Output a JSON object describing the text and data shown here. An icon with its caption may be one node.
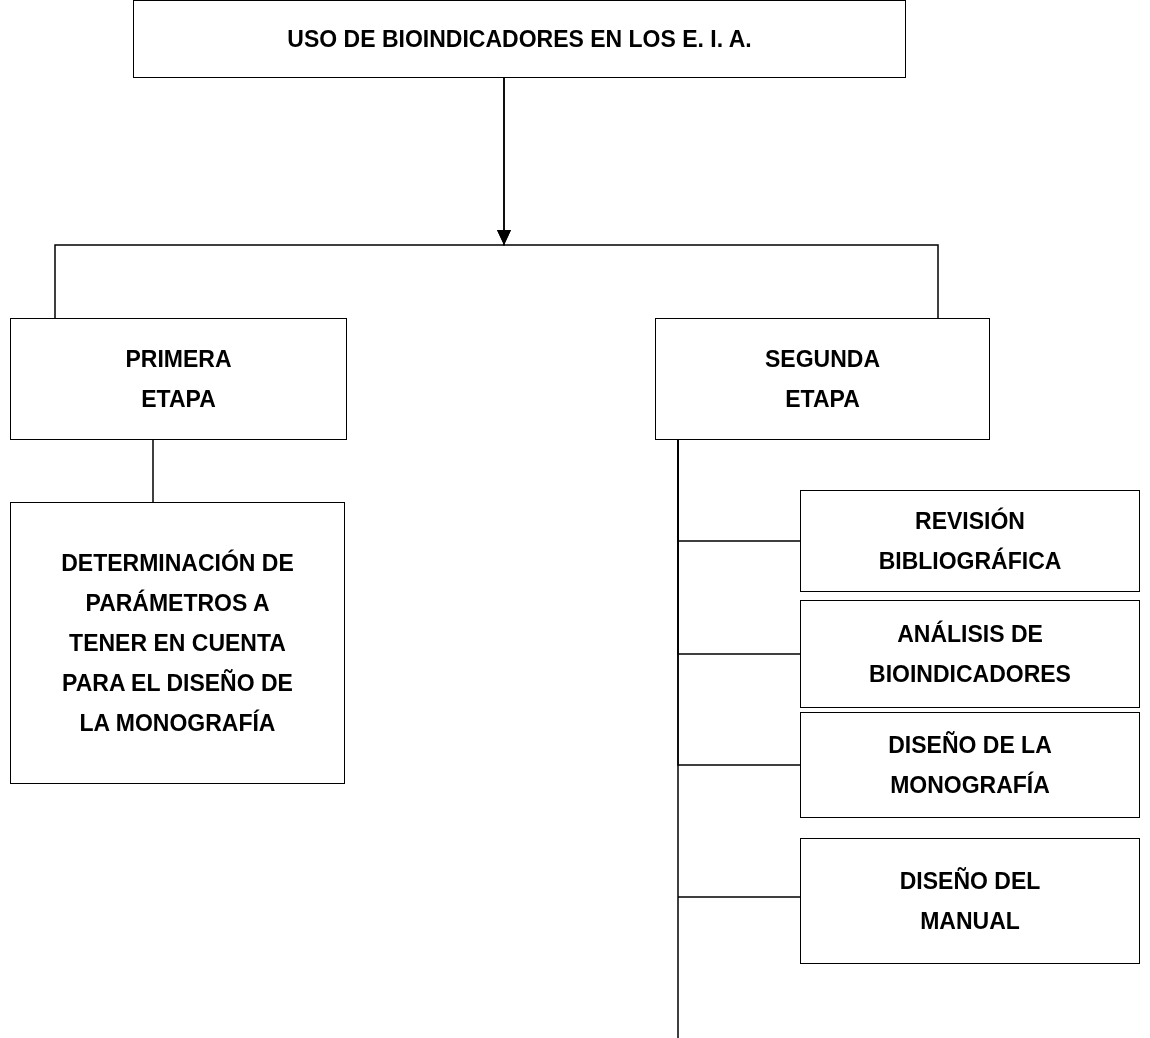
{
  "diagram": {
    "nodes": [
      {
        "text": [
          "USO DE BIOINDICADORES EN LOS E. I. A."
        ]
      },
      {
        "text": [
          "PRIMERA ETAPA"
        ]
      },
      {
        "text": [
          "SEGUNDA ETAPA"
        ]
      },
      {
        "text": [
          "DETERMINACIÓN DE PARÁMETROS A TENER EN CUENTA PARA EL DISEÑO DE LA MONOGRAFÍA"
        ]
      },
      {
        "text": [
          "REVISIÓN BIBLIOGRÁFICA"
        ]
      },
      {
        "text": [
          "ANÁLISIS DE BIOINDICADORES"
        ]
      },
      {
        "text": [
          "DISEÑO DE LA MONOGRAFÍA"
        ]
      },
      {
        "text": [
          "DISEÑO DEL MANUAL"
        ]
      }
    ],
    "edges": [
      {
        "from": 0,
        "to": 1,
        "arrow": "to"
      },
      {
        "from": 0,
        "to": 2,
        "arrow": "to"
      },
      {
        "from": 1,
        "to": 3,
        "arrow": "none"
      },
      {
        "from": 2,
        "to": 4,
        "arrow": "none"
      },
      {
        "from": 2,
        "to": 5,
        "arrow": "none"
      },
      {
        "from": 2,
        "to": 6,
        "arrow": "none"
      },
      {
        "from": 2,
        "to": 7,
        "arrow": "none"
      }
    ]
  }
}
